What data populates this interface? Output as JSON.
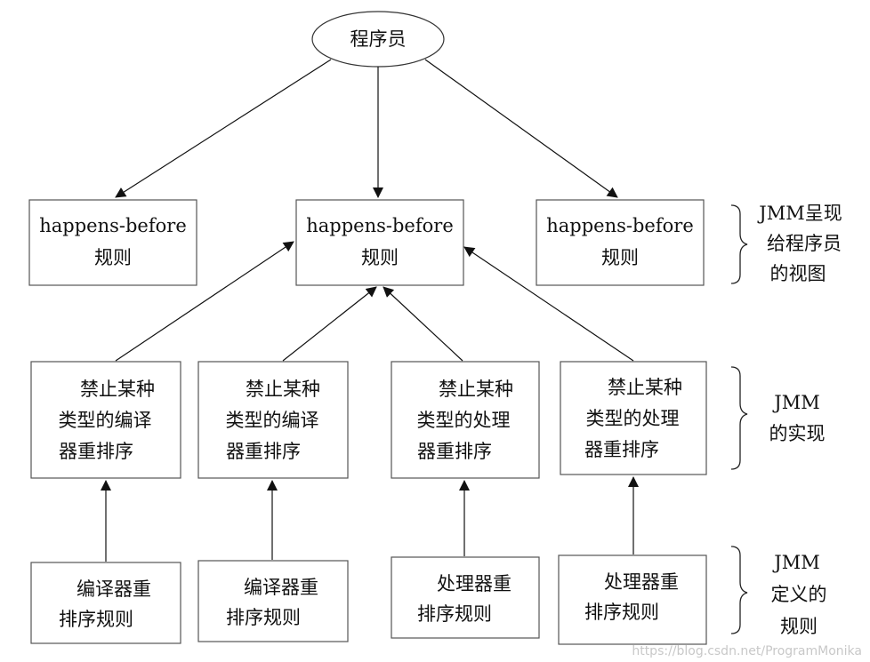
{
  "programmer": "程序员",
  "top_rules": [
    [
      "happens-before",
      "规则"
    ],
    [
      "happens-before",
      "规则"
    ],
    [
      "happens-before",
      "规则"
    ]
  ],
  "prohibitions": [
    [
      "禁止某种",
      "类型的编译",
      "器重排序"
    ],
    [
      "禁止某种",
      "类型的编译",
      "器重排序"
    ],
    [
      "禁止某种",
      "类型的处理",
      "器重排序"
    ],
    [
      "禁止某种",
      "类型的处理",
      "器重排序"
    ]
  ],
  "reorder_rules": [
    [
      "编译器重",
      "排序规则"
    ],
    [
      "编译器重",
      "排序规则"
    ],
    [
      "处理器重",
      "排序规则"
    ],
    [
      "处理器重",
      "排序规则"
    ]
  ],
  "side_labels": {
    "view": [
      "JMM呈现",
      "给程序员",
      "的视图"
    ],
    "impl": [
      "JMM",
      "的实现"
    ],
    "def": [
      "JMM",
      "定义的",
      "规则"
    ]
  },
  "watermark": "https://blog.csdn.net/ProgramMonika"
}
